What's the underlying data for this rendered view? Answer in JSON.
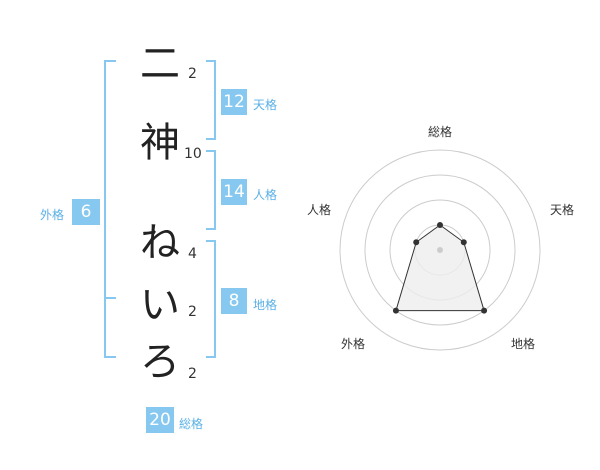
{
  "name_chars": [
    {
      "char": "二",
      "strokes": "2"
    },
    {
      "char": "神",
      "strokes": "10"
    },
    {
      "char": "ね",
      "strokes": "4"
    },
    {
      "char": "い",
      "strokes": "2"
    },
    {
      "char": "ろ",
      "strokes": "2"
    }
  ],
  "kakusu": {
    "tenkaku": {
      "value": "12",
      "label": "天格"
    },
    "jinkaku": {
      "value": "14",
      "label": "人格"
    },
    "chikaku": {
      "value": "8",
      "label": "地格"
    },
    "gaikaku": {
      "value": "6",
      "label": "外格"
    },
    "soukaku": {
      "value": "20",
      "label": "総格"
    }
  },
  "radar": {
    "labels": [
      "総格",
      "天格",
      "地格",
      "外格",
      "人格"
    ],
    "values": [
      1,
      1,
      3,
      3,
      1
    ],
    "max": 4,
    "colors": {
      "grid": "#cccccc",
      "fill": "#eeeeee",
      "line": "#333333",
      "point": "#333333"
    }
  },
  "colors": {
    "accent": "#86c8ef",
    "label": "#5ab0e6"
  }
}
